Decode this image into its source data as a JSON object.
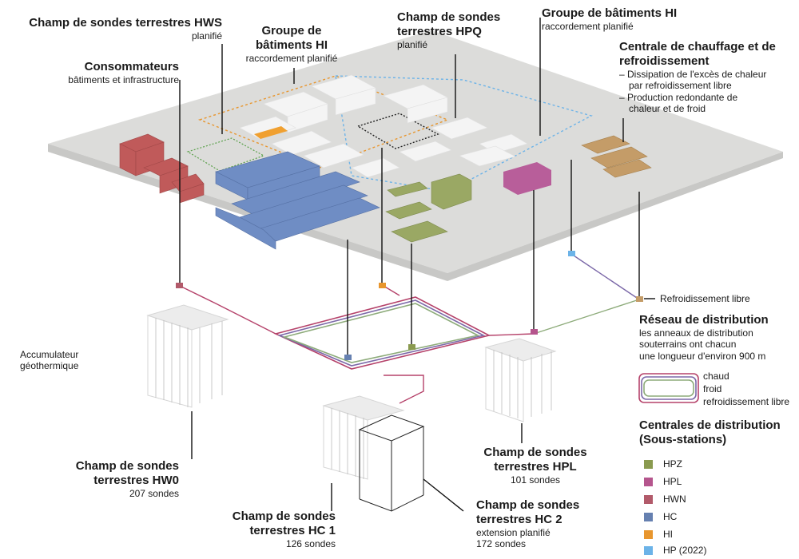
{
  "labels": {
    "hws": {
      "title": "Champ de sondes terrestres HWS",
      "sub": "planifié"
    },
    "hi_group1": {
      "title": "Groupe de bâtiments HI",
      "sub": "raccordement planifié"
    },
    "hpq": {
      "title": "Champ de sondes terrestres HPQ",
      "sub": "planifié"
    },
    "hi_group2": {
      "title": "Groupe de bâtiments HI",
      "sub": "raccordement planifié"
    },
    "consumers": {
      "title": "Consommateurs",
      "sub": "bâtiments et infrastructure"
    },
    "plant": {
      "title": "Centrale de chauffage et de refroidissement",
      "items": [
        "– Dissipation de l'excès de chaleur",
        "par refroidissement libre",
        "– Production redondante de",
        "chaleur et de froid"
      ]
    },
    "free_cooling": "Refroidissement libre",
    "network": {
      "title": "Réseau de distribution",
      "desc": [
        "les anneaux de distribution",
        "souterrains ont chacun",
        "une longueur d'environ 900 m"
      ]
    },
    "storage": [
      "Accumulateur",
      "géothermique"
    ],
    "hw0": {
      "title": [
        "Champ de sondes",
        "terrestres HW0"
      ],
      "sub": "207 sondes"
    },
    "hc1": {
      "title": [
        "Champ de sondes",
        "terrestres HC 1"
      ],
      "sub": "126 sondes"
    },
    "hc2": {
      "title": [
        "Champ de sondes",
        "terrestres HC 2"
      ],
      "sub1": "extension planifié",
      "sub2": "172 sondes"
    },
    "hpl": {
      "title": [
        "Champ de sondes",
        "terrestres HPL"
      ],
      "sub": "101 sondes"
    }
  },
  "network_legend": [
    {
      "label": "chaud",
      "color": "#b5426a"
    },
    {
      "label": "froid",
      "color": "#7b68a8"
    },
    {
      "label": "refroidissement libre",
      "color": "#8dab7a"
    }
  ],
  "substations_title": [
    "Centrales de distribution",
    "(Sous-stations)"
  ],
  "substations": [
    {
      "label": "HPZ",
      "color": "#8a9a4f"
    },
    {
      "label": "HPL",
      "color": "#b5558d"
    },
    {
      "label": "HWN",
      "color": "#b25a6a"
    },
    {
      "label": "HC",
      "color": "#6680b0"
    },
    {
      "label": "HI",
      "color": "#e8962e"
    },
    {
      "label": "HP (2022)",
      "color": "#6cb3e8"
    }
  ],
  "colors": {
    "ground": "#dcdcda",
    "hwn_bldg": "#c05a5a",
    "hc_bldg": "#6f8dc4",
    "hpz_bldg": "#9aa864",
    "hpl_bldg": "#b85e9a",
    "plant_bldg": "#c49c68",
    "hi_bldg": "#f0a030",
    "white_bldg": "#f4f4f4"
  }
}
